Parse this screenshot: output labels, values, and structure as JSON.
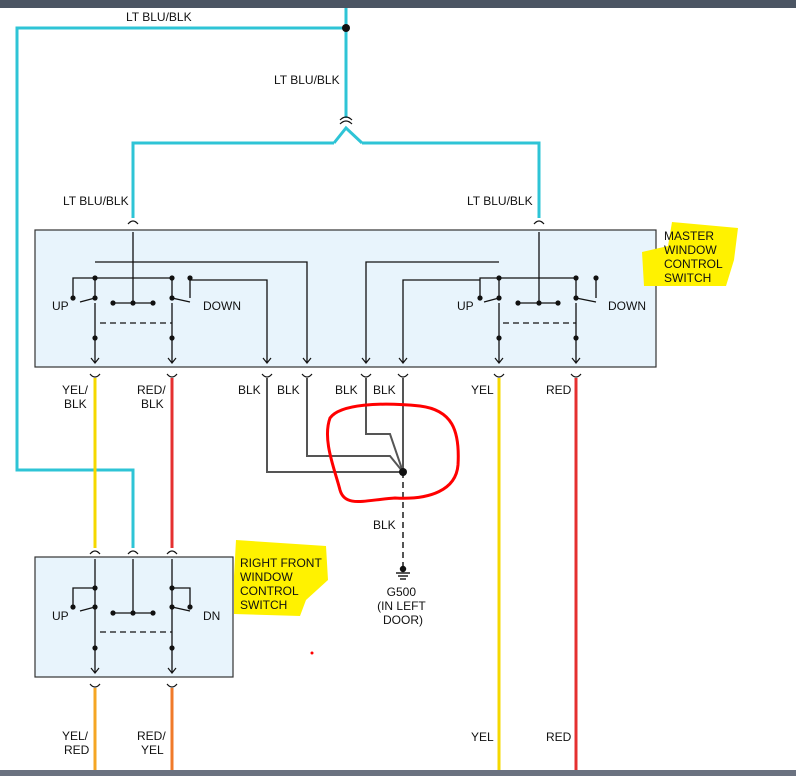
{
  "labels": {
    "top_wire": "LT BLU/BLK",
    "mid_wire": "LT BLU/BLK",
    "left_feed": "LT BLU/BLK",
    "right_feed": "LT BLU/BLK",
    "master_title": [
      "MASTER",
      "WINDOW",
      "CONTROL",
      "SWITCH"
    ],
    "up_left": "UP",
    "down_left": "DOWN",
    "up_right": "UP",
    "down_right": "DOWN",
    "wire_yel_blk": [
      "YEL/",
      "BLK"
    ],
    "wire_red_blk": [
      "RED/",
      "BLK"
    ],
    "blk1": "BLK",
    "blk2": "BLK",
    "blk3": "BLK",
    "blk4": "BLK",
    "yel": "YEL",
    "red": "RED",
    "blk_ground": "BLK",
    "ground_label": [
      "G500",
      "(IN LEFT",
      "DOOR)"
    ],
    "rf_title": [
      "RIGHT FRONT",
      "WINDOW",
      "CONTROL",
      "SWITCH"
    ],
    "rf_up": "UP",
    "rf_dn": "DN",
    "wire_yel_red": [
      "YEL/",
      "RED"
    ],
    "wire_red_yel": [
      "RED/",
      "YEL"
    ],
    "yel_bottom": "YEL",
    "red_bottom": "RED"
  },
  "colors": {
    "lt_blu": "#2ec4d6",
    "yellow": "#f5d800",
    "red": "#e53030",
    "orange": "#f5a623",
    "blk": "#555555",
    "box_fill": "#e8f4fc",
    "annotation_red": "#ff0000",
    "highlight": "#fff200"
  }
}
